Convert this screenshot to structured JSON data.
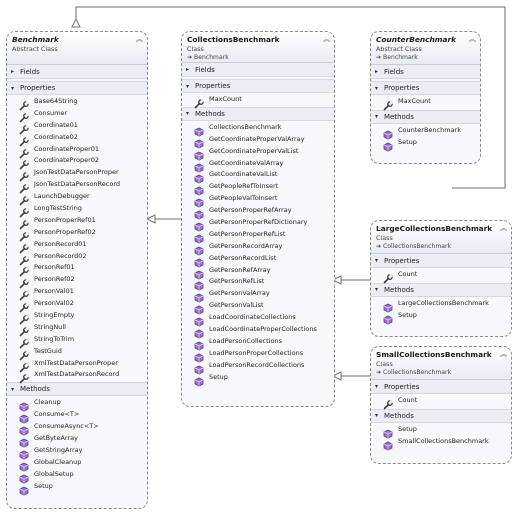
{
  "section_labels": {
    "fields": "Fields",
    "properties": "Properties",
    "methods": "Methods"
  },
  "icons": {
    "collapse": "double-chevron-up-icon",
    "inherits": "inheritance-arrow-icon",
    "property": "wrench-icon",
    "method": "cube-method-icon"
  },
  "benchmark": {
    "name": "Benchmark",
    "stereotype": "Abstract Class",
    "properties": [
      "Base64String",
      "Consumer",
      "Coordinate01",
      "Coordinate02",
      "CoordinateProper01",
      "CoordinateProper02",
      "JsonTestDataPersonProper",
      "JsonTestDataPersonRecord",
      "LaunchDebugger",
      "LongTestString",
      "PersonProperRef01",
      "PersonProperRef02",
      "PersonRecord01",
      "PersonRecord02",
      "PersonRef01",
      "PersonRef02",
      "PersonVal01",
      "PersonVal02",
      "StringEmpty",
      "StringNull",
      "StringToTrim",
      "TestGuid",
      "XmlTestDataPersonProper",
      "XmlTestDataPersonRecord"
    ],
    "methods": [
      "Cleanup",
      "Consume<T>",
      "ConsumeAsync<T>",
      "GetByteArray",
      "GetStringArray",
      "GlobalCleanup",
      "GlobalSetup",
      "Setup"
    ]
  },
  "collections": {
    "name": "CollectionsBenchmark",
    "stereotype": "Class",
    "base": "Benchmark",
    "properties": [
      "MaxCount"
    ],
    "methods": [
      "CollectionsBenchmark",
      "GetCoordinateProperValArray",
      "GetCoordinateProperValList",
      "GetCoordinateValArray",
      "GetCoordinateValList",
      "GetPeopleRefToInsert",
      "GetPeopleValToInsert",
      "GetPersonProperRefArray",
      "GetPersonProperRefDictionary",
      "GetPersonProperRefList",
      "GetPersonRecordArray",
      "GetPersonRecordList",
      "GetPersonRefArray",
      "GetPersonRefList",
      "GetPersonValArray",
      "GetPersonValList",
      "LoadCoordinateCollections",
      "LoadCoordinateProperCollections",
      "LoadPersonCollections",
      "LoadPersonProperCollections",
      "LoadPersonRecordCollections",
      "Setup"
    ]
  },
  "counter": {
    "name": "CounterBenchmark",
    "stereotype": "Abstract Class",
    "base": "Benchmark",
    "properties": [
      "MaxCount"
    ],
    "methods": [
      "CounterBenchmark",
      "Setup"
    ]
  },
  "large": {
    "name": "LargeCollectionsBenchmark",
    "stereotype": "Class",
    "base": "CollectionsBenchmark",
    "properties": [
      "Count"
    ],
    "methods": [
      "LargeCollectionsBenchmark",
      "Setup"
    ]
  },
  "small": {
    "name": "SmallCollectionsBenchmark",
    "stereotype": "Class",
    "base": "CollectionsBenchmark",
    "properties": [
      "Count"
    ],
    "methods": [
      "Setup",
      "SmallCollectionsBenchmark"
    ]
  }
}
